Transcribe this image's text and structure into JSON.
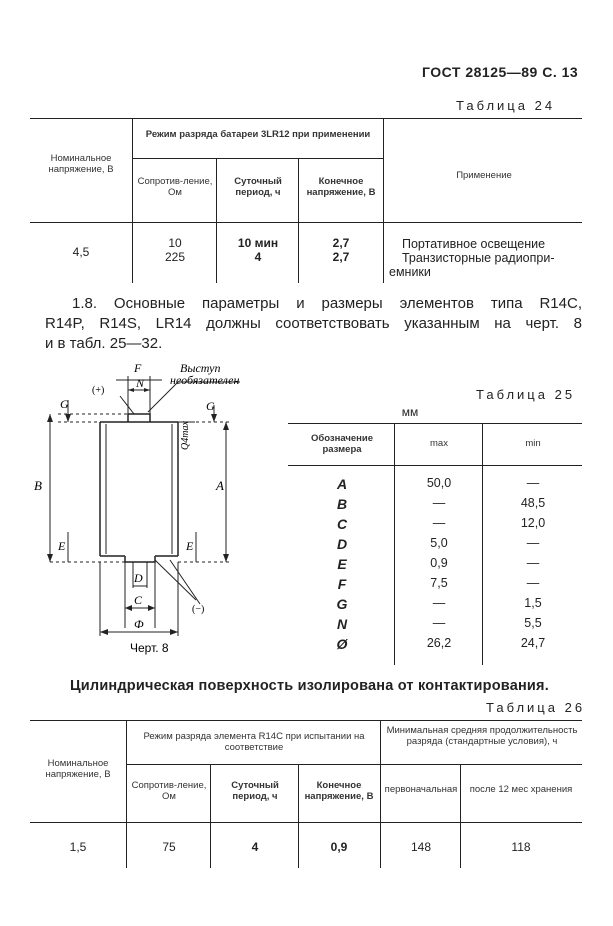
{
  "header": {
    "title": "ГОСТ 28125—89 С. 13"
  },
  "table24": {
    "caption": "Таблица 24",
    "col_nominal": "Номинальное напряжение, В",
    "group_header": "Режим разряда батареи 3LR12 при применении",
    "col_resistance": "Сопротив-ление, Ом",
    "col_daily": "Суточный период, ч",
    "col_final": "Конечное напряжение, В",
    "col_application": "Применение",
    "row": {
      "nominal": "4,5",
      "resistance": [
        "10",
        "225"
      ],
      "daily": [
        "10 мин",
        "4"
      ],
      "final": [
        "2,7",
        "2,7"
      ],
      "application": [
        "Портативное освещение",
        "Транзисторные радиопри-",
        "емники"
      ]
    }
  },
  "paragraph": "1.8. Основные параметры и размеры элементов типа R14C, R14P, R14S, LR14 должны соответствовать указанным на черт. 8 и в табл. 25—32.",
  "paragraph_lines": [
    "1.8. Основные параметры и размеры элементов типа R14C,",
    "R14P, R14S, LR14 должны соответствовать указанным на черт. 8",
    "и в табл. 25—32."
  ],
  "drawing": {
    "label_protrusion": [
      "Выступ",
      "необязателен"
    ],
    "plus": "(+)",
    "minus": "(−)",
    "letters": {
      "F": "F",
      "N": "N",
      "G": "G",
      "B": "B",
      "A": "A",
      "E": "E",
      "D": "D",
      "C": "C",
      "O": "Ф",
      "Q": "Q4max"
    },
    "caption": "Черт. 8"
  },
  "table25": {
    "caption": "Таблица 25",
    "unit": "мм",
    "col_designation": "Обозначение размера",
    "col_max": "max",
    "col_min": "min",
    "rows": [
      {
        "d": "A",
        "max": "50,0",
        "min": "—"
      },
      {
        "d": "B",
        "max": "—",
        "min": "48,5"
      },
      {
        "d": "C",
        "max": "—",
        "min": "12,0"
      },
      {
        "d": "D",
        "max": "5,0",
        "min": "—"
      },
      {
        "d": "E",
        "max": "0,9",
        "min": "—"
      },
      {
        "d": "F",
        "max": "7,5",
        "min": "—"
      },
      {
        "d": "G",
        "max": "—",
        "min": "1,5"
      },
      {
        "d": "N",
        "max": "—",
        "min": "5,5"
      },
      {
        "d": "Ø",
        "max": "26,2",
        "min": "24,7"
      }
    ]
  },
  "note": "Цилиндрическая поверхность изолирована от контактирования.",
  "table26": {
    "caption": "Таблица 26",
    "col_nominal": "Номинальное напряжение, В",
    "group_mode": "Режим разряда элемента R14C при испытании на соответствие",
    "group_duration": "Минимальная средняя продолжительность разряда (стандартные условия), ч",
    "col_resistance": "Сопротив-ление, Ом",
    "col_daily": "Суточный период, ч",
    "col_final": "Конечное напряжение, В",
    "col_initial": "первоначальная",
    "col_after": "после 12 мес хранения",
    "row": {
      "nominal": "1,5",
      "resistance": "75",
      "daily": "4",
      "final": "0,9",
      "initial": "148",
      "after": "118"
    }
  }
}
